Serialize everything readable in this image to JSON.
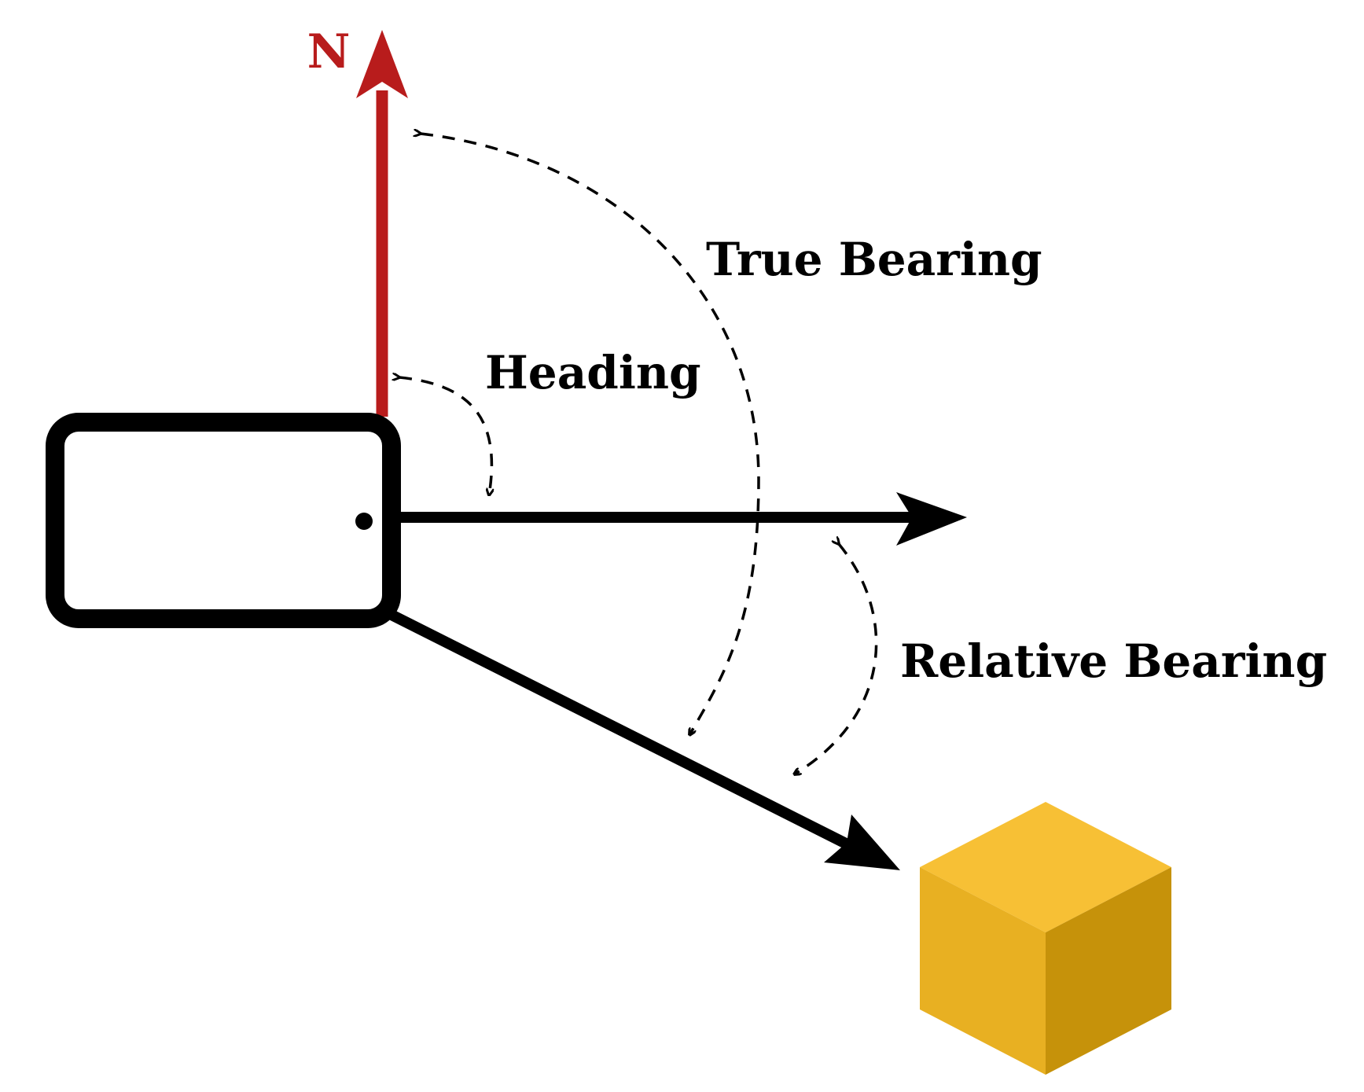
{
  "labels": {
    "north": "N",
    "heading": "Heading",
    "true_bearing": "True Bearing",
    "relative_bearing": "Relative Bearing"
  },
  "icons": {
    "vehicle": "rounded-rectangle-icon",
    "target": "cube-icon",
    "north_arrow": "arrow-up-icon"
  },
  "colors": {
    "north_arrow": "#b81c1c",
    "lines": "#000000",
    "cube_top": "#f7c035",
    "cube_left": "#e8b022",
    "cube_right": "#c6920a"
  }
}
